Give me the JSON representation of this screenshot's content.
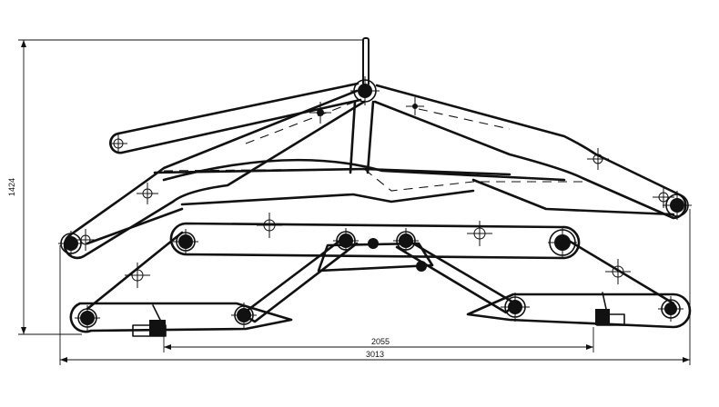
{
  "dimensions": {
    "height_label": "1424",
    "inner_width_label": "2055",
    "overall_width_label": "3013"
  }
}
